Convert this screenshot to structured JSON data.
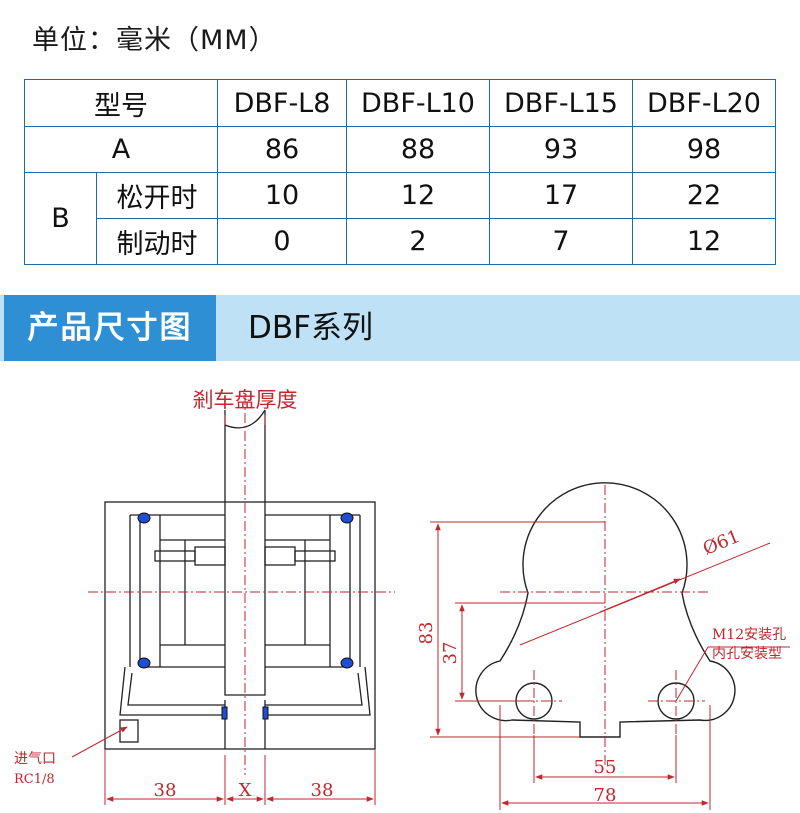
{
  "unit_label": "单位：毫米（MM）",
  "table": {
    "header": {
      "label": "型号",
      "models": [
        "DBF-L8",
        "DBF-L10",
        "DBF-L15",
        "DBF-L20"
      ]
    },
    "row_a": {
      "label": "A",
      "values": [
        "86",
        "88",
        "93",
        "98"
      ]
    },
    "row_b": {
      "label": "B",
      "release": {
        "label": "松开时",
        "values": [
          "10",
          "12",
          "17",
          "22"
        ]
      },
      "brake": {
        "label": "制动时",
        "values": [
          "0",
          "2",
          "7",
          "12"
        ]
      }
    }
  },
  "section": {
    "tag": "产品尺寸图",
    "title": "DBF系列"
  },
  "drawing": {
    "disc_thickness_label": "剎车盘厚度",
    "air_inlet_label": "进气口",
    "air_inlet_thread": "RC1/8",
    "dim_left": "38",
    "dim_x": "X",
    "dim_right": "38",
    "dim_diameter": "Ø61",
    "dim_height_total": "83",
    "dim_height_hole": "37",
    "mount_hole_note": "M12安装孔",
    "mount_type_note": "内孔安装型",
    "dim_hole_spacing": "55",
    "dim_width": "78"
  },
  "colors": {
    "table_border": "#1e6aa8",
    "tag_bg": "#2e8fd4",
    "bar_bg": "#bfe1f5",
    "dim_red": "#c1272d",
    "seal_blue": "#1f4fd1"
  }
}
